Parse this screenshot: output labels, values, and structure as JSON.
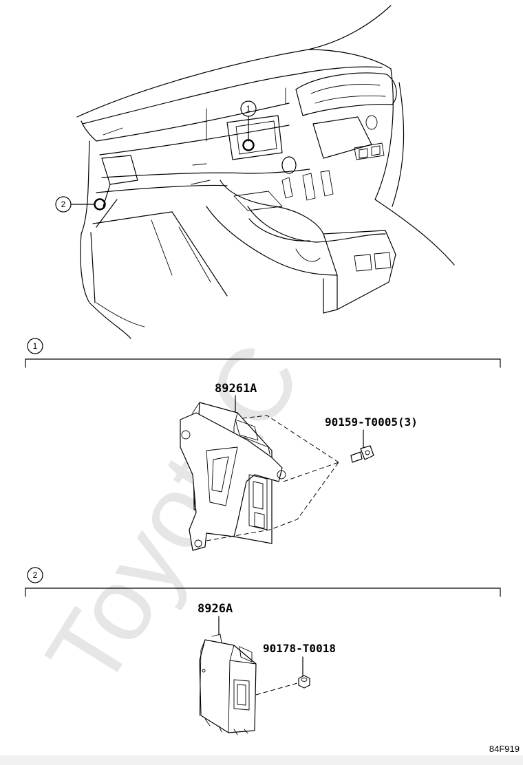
{
  "watermark": "ToyotaC",
  "callouts": [
    {
      "id": "callout-1",
      "number": "1"
    },
    {
      "id": "callout-2",
      "number": "2"
    }
  ],
  "sections": [
    {
      "number": "1",
      "part_number": "89261A",
      "fastener": "90159-T0005(3)"
    },
    {
      "number": "2",
      "part_number": "8926A",
      "fastener": "90178-T0018"
    }
  ],
  "reference_code": "84F919"
}
